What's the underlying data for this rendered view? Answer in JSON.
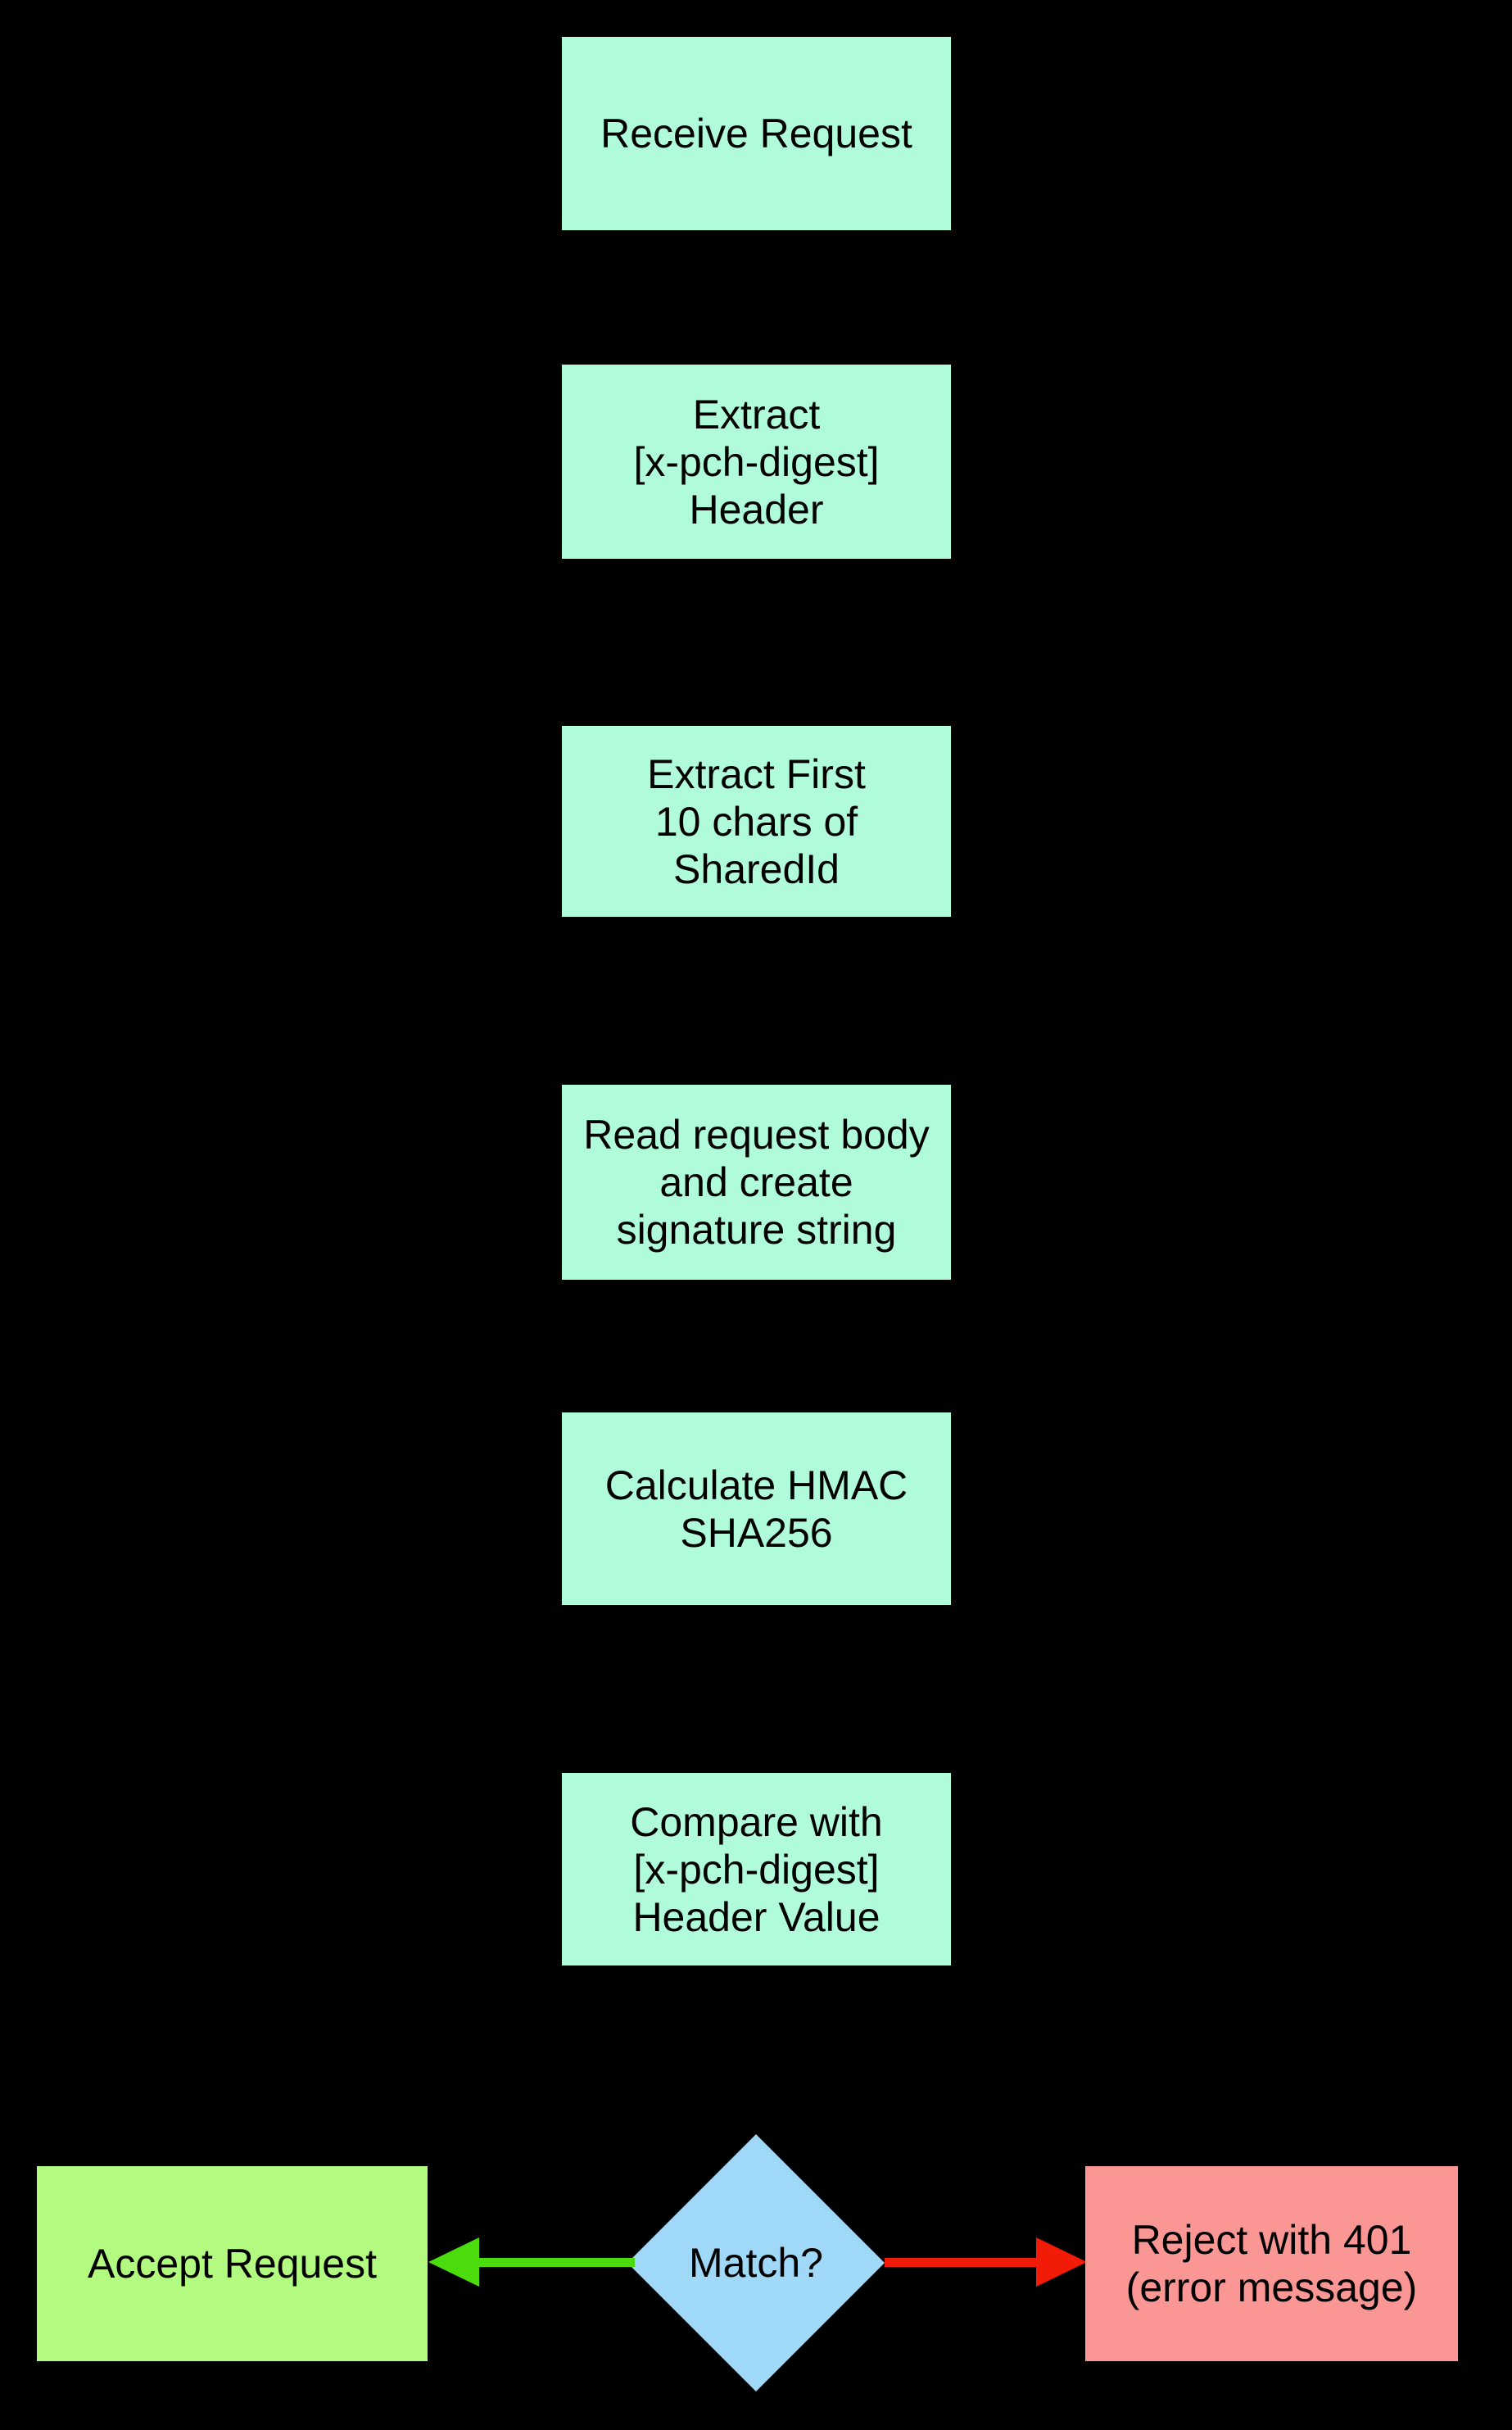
{
  "flowchart": {
    "steps": [
      {
        "label": "Receive Request"
      },
      {
        "label": "Extract\n[x-pch-digest]\nHeader"
      },
      {
        "label": "Extract First\n10 chars of\nSharedId"
      },
      {
        "label": "Read request body\nand create\nsignature string"
      },
      {
        "label": "Calculate HMAC\nSHA256"
      },
      {
        "label": "Compare with\n[x-pch-digest]\nHeader Value"
      }
    ],
    "decision": {
      "label": "Match?"
    },
    "outcomes": {
      "accept": {
        "label": "Accept Request"
      },
      "reject": {
        "label": "Reject with 401\n(error message)"
      }
    }
  },
  "colors": {
    "background": "#000000",
    "process_box": "#B0FCDA",
    "decision_diamond": "#A0D8F8",
    "accept_box": "#B3FA80",
    "reject_box": "#FA9794",
    "accept_arrow": "#4ADC0C",
    "reject_arrow": "#F21B08",
    "text": "#000000"
  }
}
